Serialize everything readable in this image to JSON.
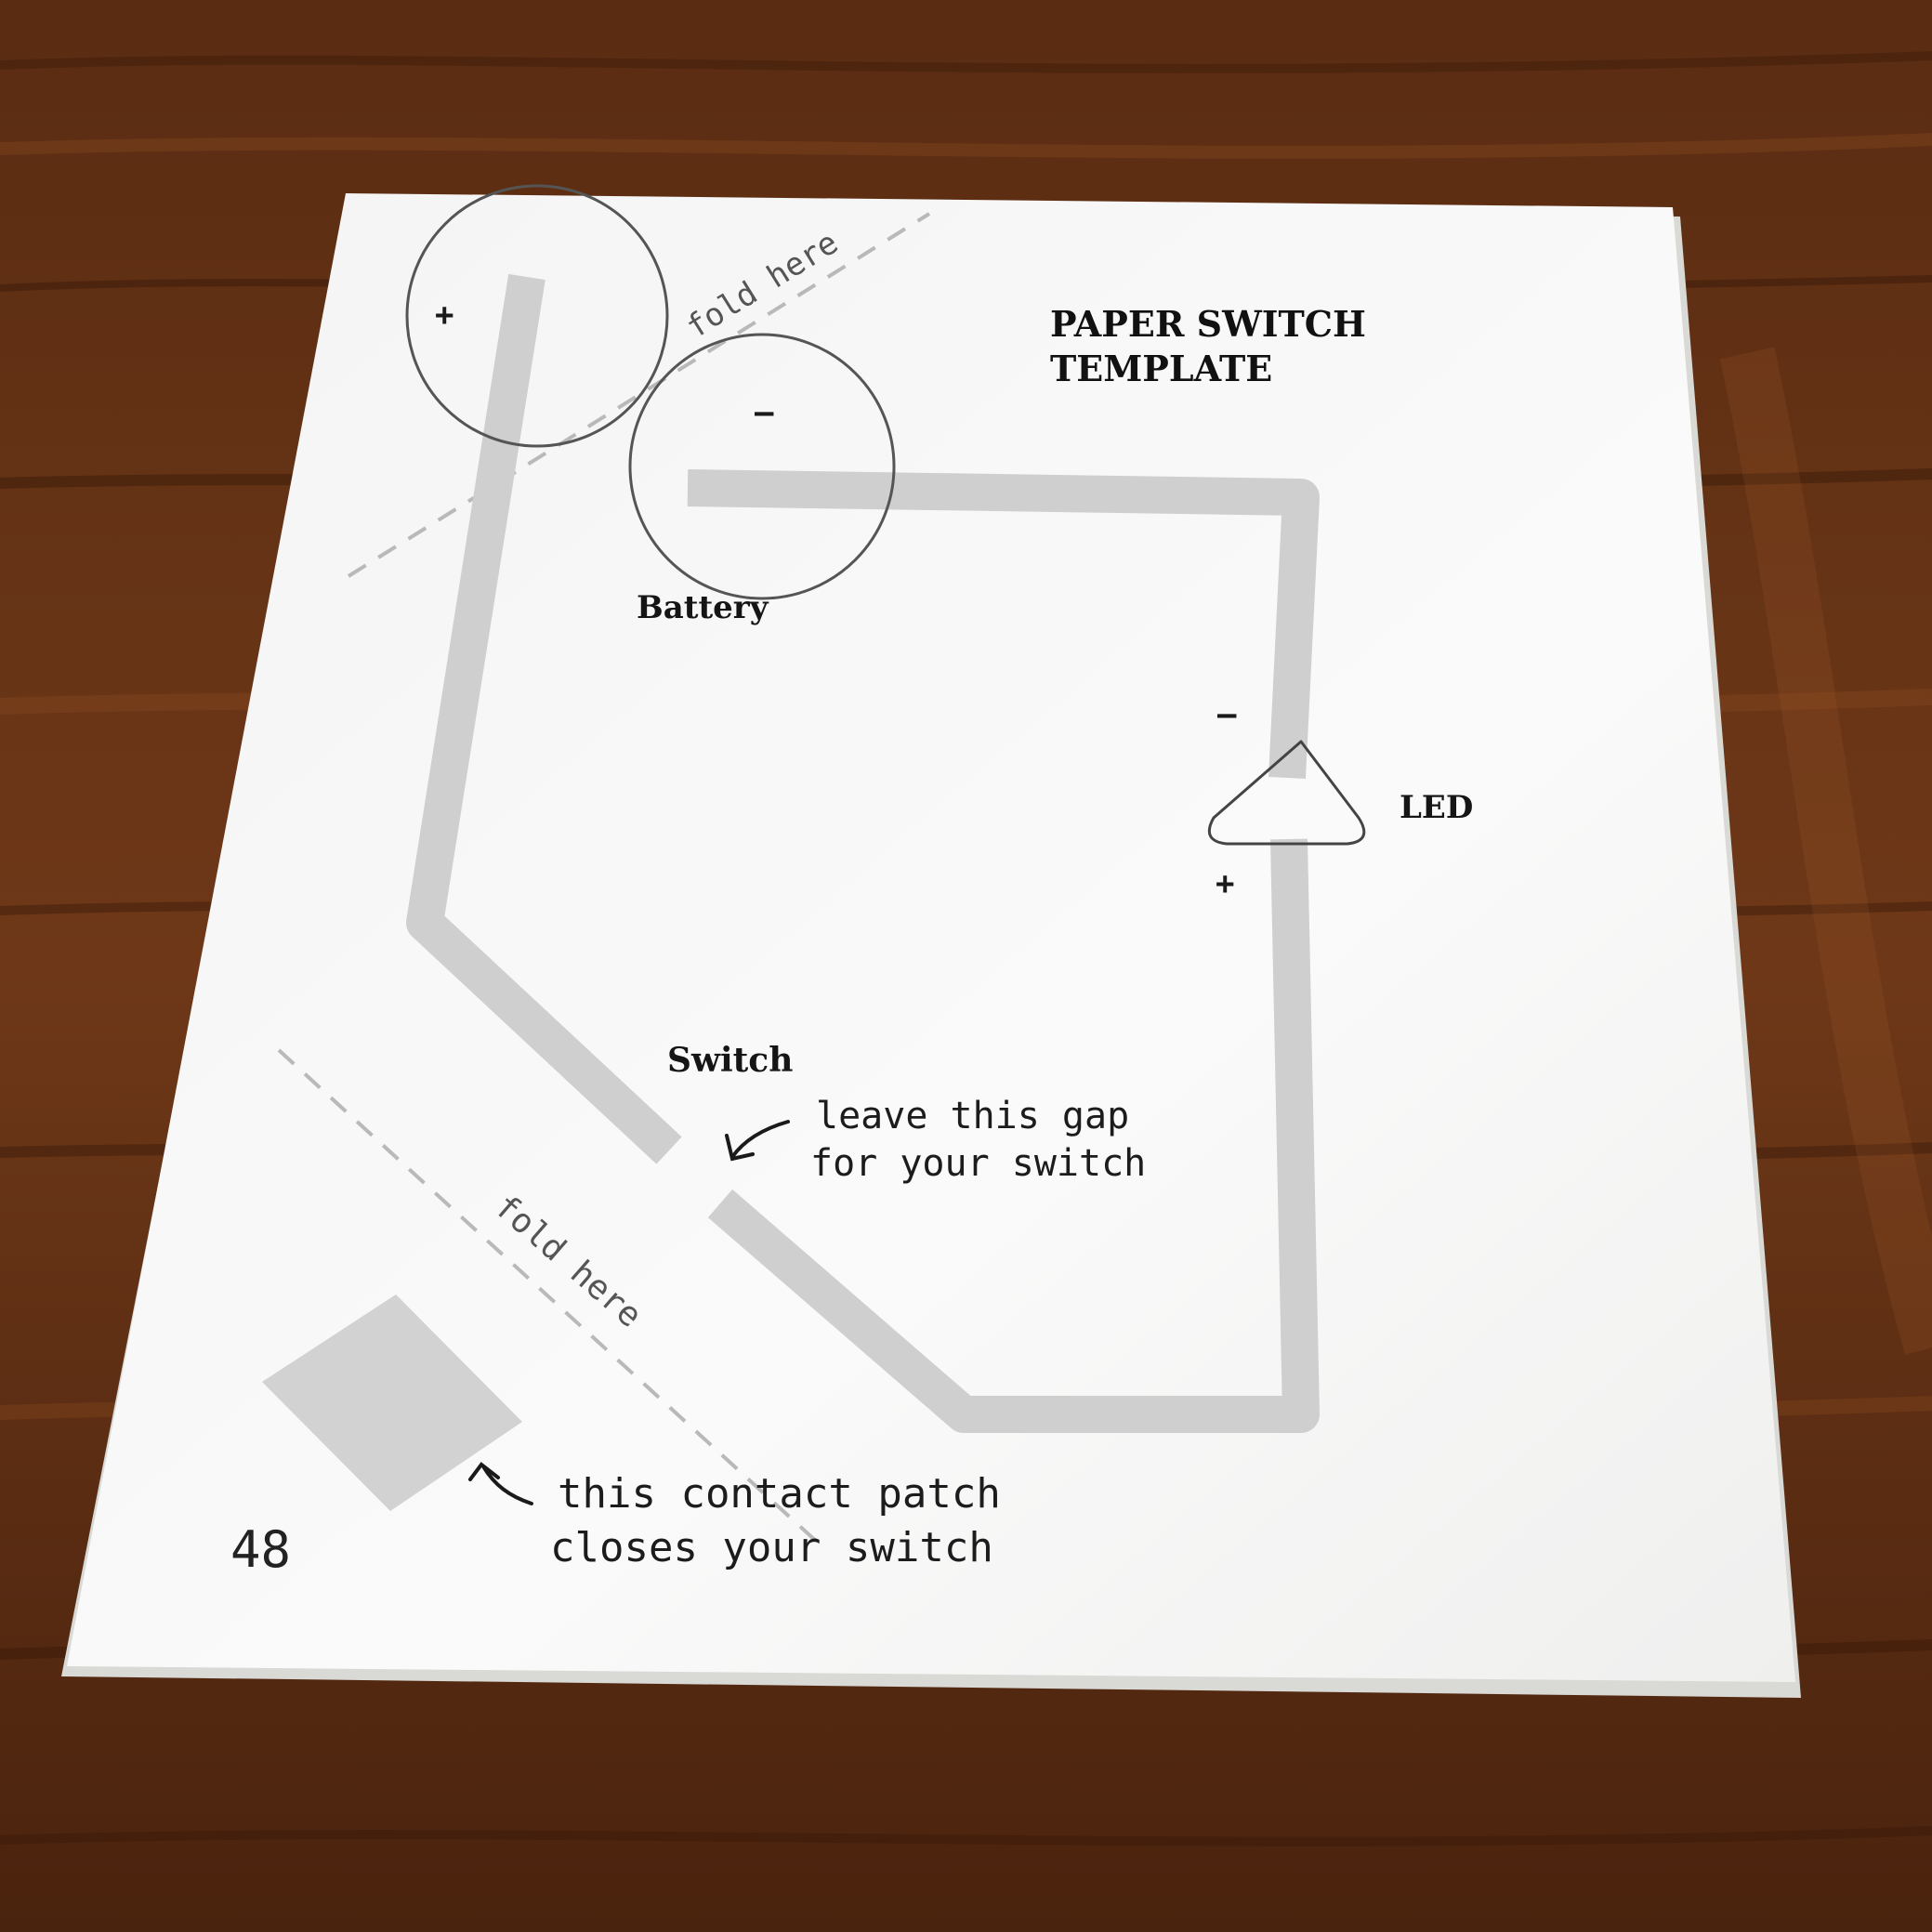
{
  "template": {
    "title_line1": "PAPER SWITCH",
    "title_line2": "TEMPLATE",
    "fold_top": "fold here",
    "fold_bottom": "fold here",
    "battery_plus": "+",
    "battery_minus": "–",
    "battery_label": "Battery",
    "led_minus": "–",
    "led_plus": "+",
    "led_label": "LED",
    "switch_label": "Switch",
    "gap_note_line1": "leave this gap",
    "gap_note_line2": "for your switch",
    "patch_note_line1": "this contact patch",
    "patch_note_line2": "closes your switch",
    "page_number": "48"
  },
  "colors": {
    "table_wood": "#6a3517",
    "paper": "#f7f7f5",
    "trace": "#cfcfcf",
    "ink": "#111111"
  }
}
